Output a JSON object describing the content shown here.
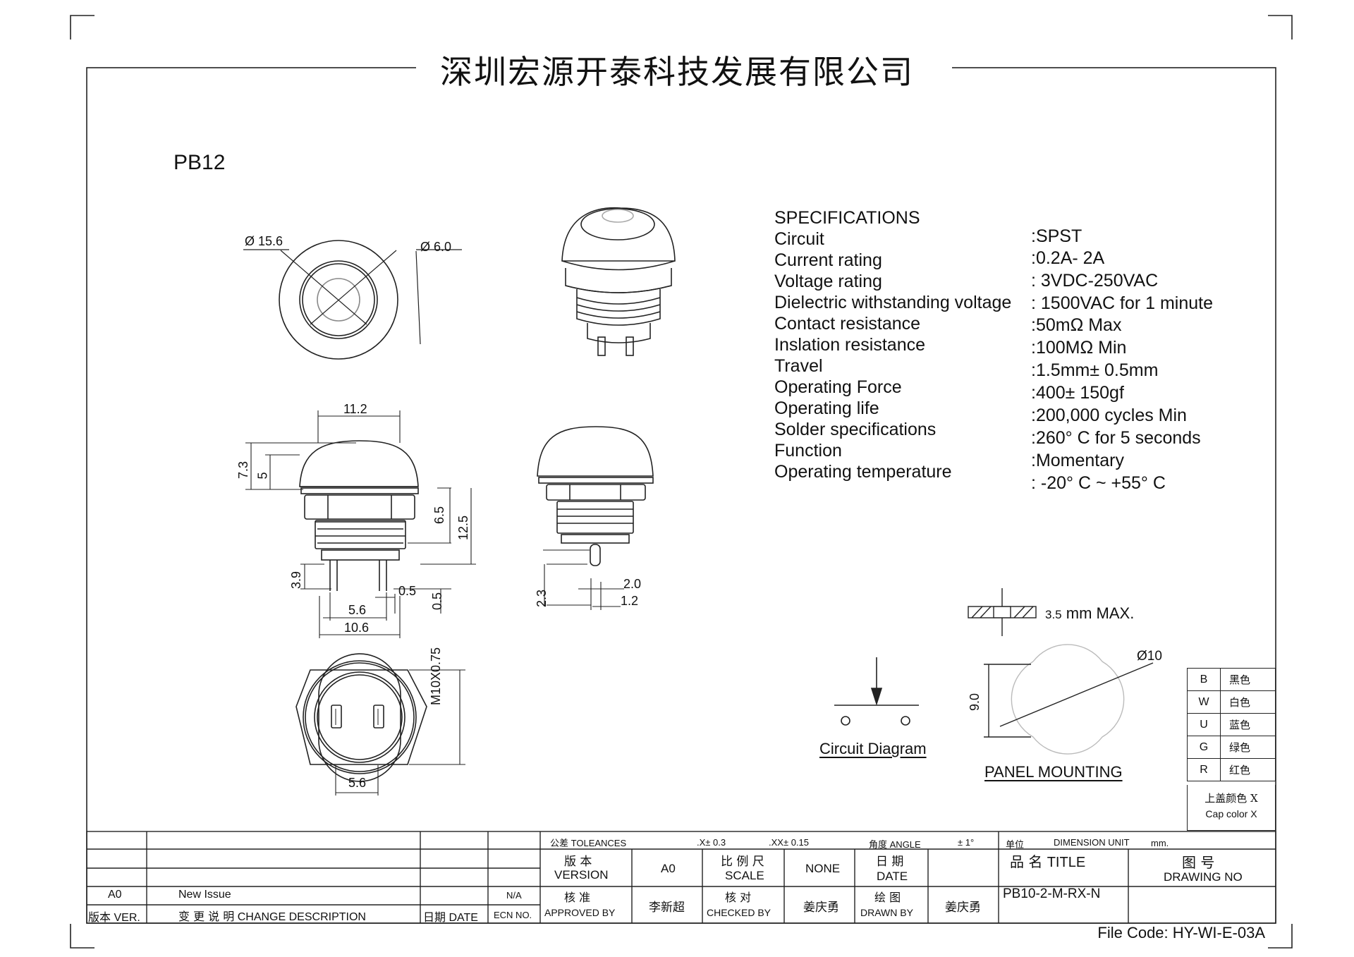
{
  "company_name": "深圳宏源开泰科技发展有限公司",
  "model": "PB12",
  "specs": {
    "heading": "SPECIFICATIONS",
    "rows": [
      {
        "label": "Circuit",
        "value": ":SPST"
      },
      {
        "label": "Current rating",
        "value": ":0.2A- 2A"
      },
      {
        "label": "Voltage rating",
        "value": ": 3VDC-250VAC"
      },
      {
        "label": "Dielectric withstanding voltage",
        "value": ": 1500VAC for 1 minute"
      },
      {
        "label": "Contact resistance",
        "value": ":50mΩ  Max"
      },
      {
        "label": "Inslation resistance",
        "value": ":100MΩ Min"
      },
      {
        "label": "Travel",
        "value": ":1.5mm± 0.5mm"
      },
      {
        "label": "Operating Force",
        "value": ":400± 150gf"
      },
      {
        "label": "Operating life",
        "value": ":200,000 cycles Min"
      },
      {
        "label": "Solder specifications",
        "value": ":260° C for 5 seconds"
      },
      {
        "label": "Function",
        "value": ":Momentary"
      },
      {
        "label": "Operating temperature",
        "value": ": -20° C ~ +55° C"
      }
    ]
  },
  "dims": {
    "top_outer": "Ø 15.6",
    "top_inner": "Ø 6.0",
    "width_112": "11.2",
    "h_73": "7.3",
    "h_5": "5",
    "h_65": "6.5",
    "h_125": "12.5",
    "h_39": "3.9",
    "w_05": "0.5",
    "h_05": "0.5",
    "w_56": "5.6",
    "w_106": "10.6",
    "thread": "M10X0.75",
    "bottom_56": "5.6",
    "side_23": "2.3",
    "side_20": "2.0",
    "side_12": "1.2"
  },
  "panel": {
    "thickness_label_num": "3.5",
    "thickness_label_text": "mm MAX.",
    "diameter": "Ø10",
    "height": "9.0",
    "caption": "PANEL MOUNTING"
  },
  "circuit_caption": "Circuit Diagram",
  "colors": [
    {
      "code": "B",
      "name": "黑色"
    },
    {
      "code": "W",
      "name": "白色"
    },
    {
      "code": "U",
      "name": "蓝色"
    },
    {
      "code": "G",
      "name": "绿色"
    },
    {
      "code": "R",
      "name": "红色"
    }
  ],
  "cap_color": {
    "cn": "上盖颜色  X",
    "en": "Cap color X"
  },
  "title_block": {
    "tolerances_cn": "公差",
    "tolerances_en": "TOLEANCES",
    "tol_x": ".X± 0.3",
    "tol_xx": ".XX± 0.15",
    "angle_cn": "角度",
    "angle_en": "ANGLE",
    "angle_val": "± 1°",
    "unit_cn": "单位",
    "unit_en": "DIMENSION UNIT",
    "unit_val": "mm.",
    "version_cn": "版 本",
    "version_en": "VERSION",
    "version_val": "A0",
    "scale_cn": "比 例 尺",
    "scale_en": "SCALE",
    "scale_val": "NONE",
    "date_cn": "日 期",
    "date_en": "DATE",
    "title_cn": "品  名",
    "title_en": "TITLE",
    "drawing_cn": "图  号",
    "drawing_en": "DRAWING NO",
    "approved_cn": "核  准",
    "approved_en": "APPROVED BY",
    "approved_val": "李新超",
    "checked_cn": "核  对",
    "checked_en": "CHECKED BY",
    "checked_val": "姜庆勇",
    "drawn_cn": "绘  图",
    "drawn_en": "DRAWN BY",
    "drawn_val": "姜庆勇",
    "part_no": "PB10-2-M-RX-N",
    "rev_ver": "A0",
    "rev_desc": "New Issue",
    "rev_ecn": "N/A",
    "hdr_ver_cn": "版本",
    "hdr_ver_en": "VER.",
    "hdr_desc_cn": "变 更 说 明",
    "hdr_desc_en": "CHANGE DESCRIPTION",
    "hdr_date_cn": "日期",
    "hdr_date_en": "DATE",
    "hdr_ecn": "ECN NO."
  },
  "file_code": "File Code: HY-WI-E-03A"
}
